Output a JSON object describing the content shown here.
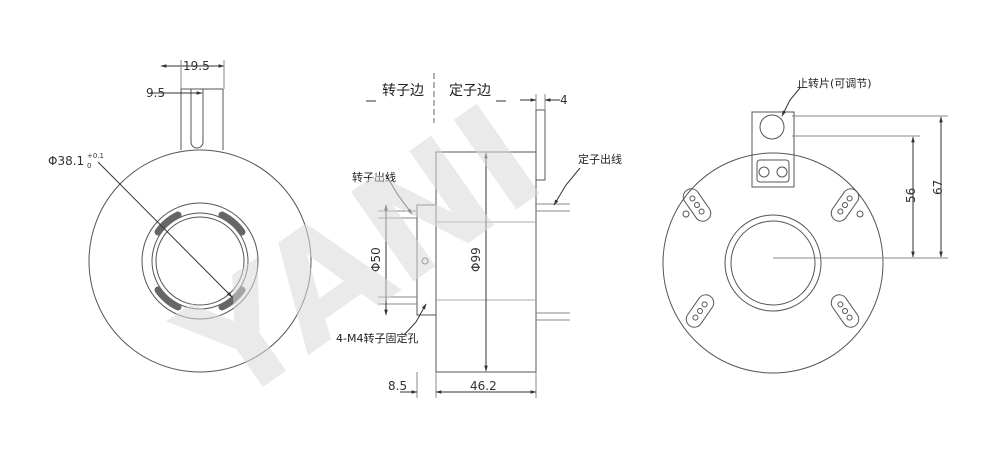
{
  "watermark": "YANI",
  "front_view": {
    "dim_width": "19.5",
    "dim_slot": "9.5",
    "dim_bore": "Φ38.1",
    "dim_bore_tol_upper": "+0.1",
    "dim_bore_tol_lower": "0"
  },
  "side_view": {
    "label_rotor_side": "转子边",
    "label_stator_side": "定子边",
    "dim_tab": "4",
    "label_stator_wire": "定子出线",
    "label_rotor_wire": "转子出线",
    "dim_phi50": "Φ50",
    "dim_phi99": "Φ99",
    "label_fix_holes": "4-M4转子固定孔",
    "dim_85": "8.5",
    "dim_462": "46.2"
  },
  "back_view": {
    "label_stopper": "止转片(可调节)",
    "dim_56": "56",
    "dim_67": "67"
  }
}
